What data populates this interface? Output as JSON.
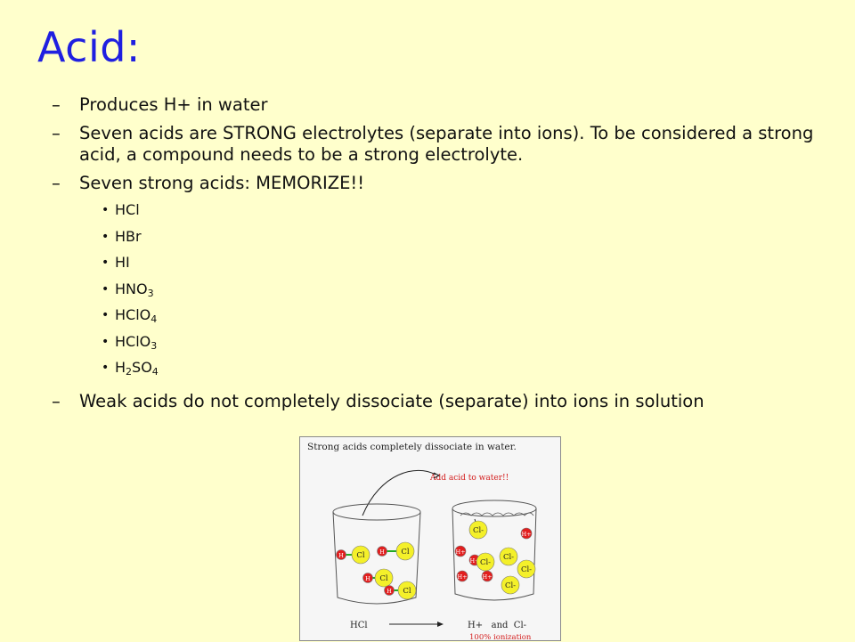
{
  "slide": {
    "title": "Acid:",
    "bullets": [
      "Produces H+ in water",
      "Seven acids are STRONG electrolytes (separate into ions).  To be considered a strong acid, a compound needs to be a strong electrolyte.",
      "Seven strong acids: MEMORIZE!!",
      "Weak acids do not completely dissociate (separate) into ions in solution"
    ],
    "strong_acids": [
      {
        "parts": [
          [
            "HCl",
            ""
          ]
        ]
      },
      {
        "parts": [
          [
            "HBr",
            ""
          ]
        ]
      },
      {
        "parts": [
          [
            "HI",
            ""
          ]
        ]
      },
      {
        "parts": [
          [
            "HNO",
            "3"
          ]
        ]
      },
      {
        "parts": [
          [
            "HClO",
            "4"
          ]
        ]
      },
      {
        "parts": [
          [
            "HClO",
            "3"
          ]
        ]
      },
      {
        "parts": [
          [
            "H",
            "2"
          ],
          [
            "SO",
            "4"
          ]
        ]
      }
    ],
    "dash": "–",
    "dot": "•"
  },
  "diagram": {
    "caption": "Strong acids completely dissociate in water.",
    "arrow_label": "Add acid to water!!",
    "ion_h": "H",
    "ion_cl": "Cl",
    "ion_h_plus": "H+",
    "ion_cl_minus": "Cl-",
    "left_label": "HCl",
    "right_label": "H+   and  Cl-",
    "ionization_label": "100% ionization",
    "colors": {
      "h": "#E21E1E",
      "cl": "#F4F02A",
      "bond": "#22AA22",
      "label_red": "#D42020"
    }
  }
}
